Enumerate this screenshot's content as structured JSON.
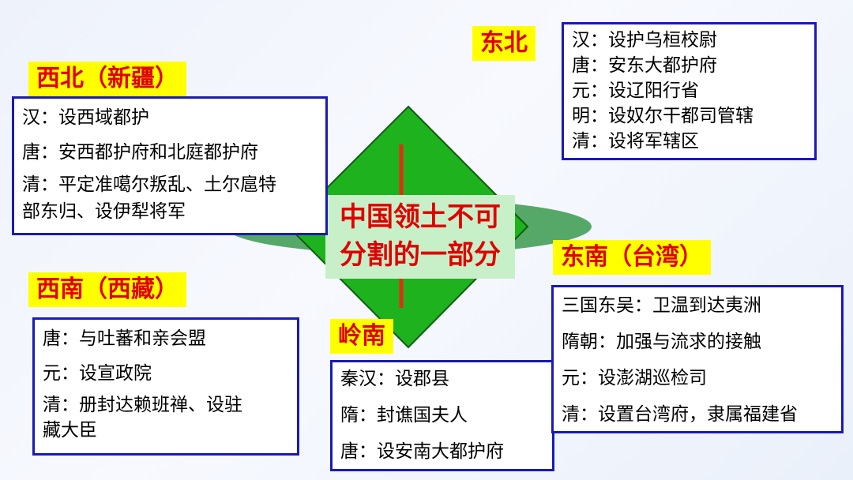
{
  "center": {
    "line1": "中国领土不可",
    "line2": "分割的一部分"
  },
  "regions": {
    "northwest": {
      "label": "西北（新疆）",
      "lines": [
        "汉：设西域都护",
        "唐：安西都护府和北庭都护府",
        "清：平定准噶尔叛乱、土尔扈特",
        "部东归、设伊犁将军"
      ]
    },
    "northeast": {
      "label": "东北",
      "lines": [
        "汉：设护乌桓校尉",
        "唐：安东大都护府",
        "元：设辽阳行省",
        "明：设奴尔干都司管辖",
        "清：设将军辖区"
      ]
    },
    "southwest": {
      "label": "西南（西藏）",
      "lines": [
        "唐：与吐蕃和亲会盟",
        "元：设宣政院",
        "清：册封达赖班禅、设驻",
        "藏大臣"
      ]
    },
    "lingnan": {
      "label": "岭南",
      "lines": [
        "秦汉：设郡县",
        "隋：封谯国夫人",
        "唐：设安南大都护府"
      ]
    },
    "southeast": {
      "label": "东南（台湾）",
      "lines": [
        "三国东吴：卫温到达夷洲",
        "隋朝：加强与流求的接触",
        "元：设澎湖巡检司",
        "清：设置台湾府，隶属福建省"
      ]
    }
  },
  "colors": {
    "label_bg": "#ffff00",
    "label_text": "#e00000",
    "box_border": "#1a1ab4",
    "diamond": "#1fb21f",
    "ellipse": "#55a868",
    "axis": "#e03010"
  }
}
